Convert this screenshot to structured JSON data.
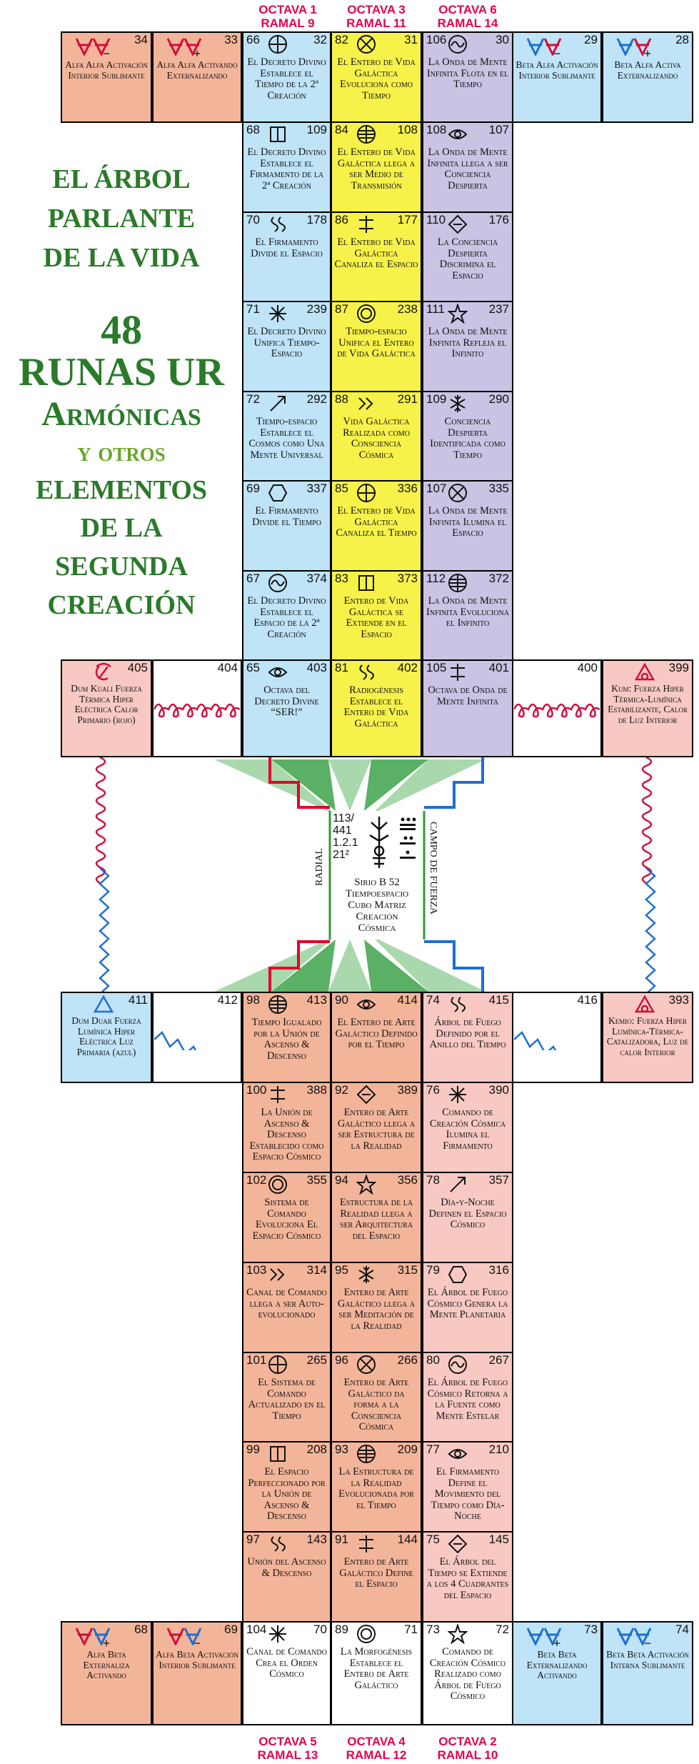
{
  "headers_top": [
    {
      "octava": "OCTAVA 1",
      "ramal": "RAMAL 9"
    },
    {
      "octava": "OCTAVA 3",
      "ramal": "RAMAL 11"
    },
    {
      "octava": "OCTAVA 6",
      "ramal": "RAMAL 14"
    }
  ],
  "headers_bottom": [
    {
      "octava": "OCTAVA 5",
      "ramal": "RAMAL 13"
    },
    {
      "octava": "OCTAVA 4",
      "ramal": "RAMAL 12"
    },
    {
      "octava": "OCTAVA 2",
      "ramal": "RAMAL 10"
    }
  ],
  "title": {
    "l1": "EL ÁRBOL",
    "l2": "PARLANTE",
    "l3": "DE LA VIDA",
    "l4": "48",
    "l5": "RUNAS UR",
    "l6": "Armónicas",
    "l7": "y otros",
    "l8": "ELEMENTOS",
    "l9": "DE LA",
    "l10": "SEGUNDA",
    "l11": "CREACIÓN"
  },
  "colors": {
    "blue": "#bfe3f7",
    "yellow": "#f7f24a",
    "purple": "#cbc3e3",
    "red": "#f3b59a",
    "pink": "#f8c9c3",
    "bg": "#ffffff",
    "header": "#e5004f",
    "title": "#2a7a2a"
  },
  "top_side": [
    {
      "n": "34",
      "sign": "−",
      "text": "Alfa Alfa Activación Interior Sublimante"
    },
    {
      "n": "33",
      "sign": "+",
      "text": "Alfa Alfa Activando Externalizando"
    },
    {
      "n": "29",
      "sign": "−",
      "text": "Beta Alfa Activación Interior Sublimante"
    },
    {
      "n": "28",
      "sign": "+",
      "text": "Beta Alfa Activa Externalizando"
    }
  ],
  "upper_grid": [
    [
      {
        "a": "66",
        "b": "32",
        "text": "El Decreto Divino Establece el Tiempo de la 2ª Creación"
      },
      {
        "a": "82",
        "b": "31",
        "text": "El Entero de Vida Galáctica Evoluciona como Tiempo"
      },
      {
        "a": "106",
        "b": "30",
        "text": "La Onda de Mente Infinita Flota en el Tiempo"
      }
    ],
    [
      {
        "a": "68",
        "b": "109",
        "text": "El Decreto Divino Establece el Firmamento de la 2ª Creación"
      },
      {
        "a": "84",
        "b": "108",
        "text": "El Entero de Vida Galáctica llega a ser Medio de Transmisión"
      },
      {
        "a": "108",
        "b": "107",
        "text": "La Onda de Mente Infinita llega a ser Conciencia Despierta"
      }
    ],
    [
      {
        "a": "70",
        "b": "178",
        "text": "El Firmamento Divide el Espacio"
      },
      {
        "a": "86",
        "b": "177",
        "text": "El Entero de Vida Galáctica Canaliza el Espacio"
      },
      {
        "a": "110",
        "b": "176",
        "text": "La Conciencia Despierta Discrimina el Espacio"
      }
    ],
    [
      {
        "a": "71",
        "b": "239",
        "text": "El Decreto Divino Unifica Tiempo-Espacio"
      },
      {
        "a": "87",
        "b": "238",
        "text": "Tiempo-espacio Unifica el Entero de Vida Galáctica"
      },
      {
        "a": "111",
        "b": "237",
        "text": "La Onda de Mente Infinita Refleja el Infinito"
      }
    ],
    [
      {
        "a": "72",
        "b": "292",
        "text": "Tiempo-espacio Establece el Cosmos como Una Mente Universal"
      },
      {
        "a": "88",
        "b": "291",
        "text": "Vida Galáctica Realizada como Consciencia Cósmica"
      },
      {
        "a": "109",
        "b": "290",
        "text": "Conciencia Despierta Identificada como Tiempo"
      }
    ],
    [
      {
        "a": "69",
        "b": "337",
        "text": "El Firmamento Divide el Tiempo"
      },
      {
        "a": "85",
        "b": "336",
        "text": "El Entero de Vida Galáctica Canaliza el Tiempo"
      },
      {
        "a": "107",
        "b": "335",
        "text": "La Onda de Mente Infinita Ilumina el Espacio"
      }
    ],
    [
      {
        "a": "67",
        "b": "374",
        "text": "El Decreto Divino Establece el Espacio de la 2ª Creación"
      },
      {
        "a": "83",
        "b": "373",
        "text": "Entero de Vida Galáctica se Extiende en el Espacio"
      },
      {
        "a": "112",
        "b": "372",
        "text": "La Onda de Mente Infinita Evoluciona el Infinito"
      }
    ],
    [
      {
        "a": "65",
        "b": "403",
        "text": "Octava del Decreto Divine “SER!”"
      },
      {
        "a": "81",
        "b": "402",
        "text": "Radiogénesis Establece el Entero de Vida Galáctica"
      },
      {
        "a": "105",
        "b": "401",
        "text": "Octava de Onda de Mente Infinita"
      }
    ]
  ],
  "upper_side": {
    "left_a": {
      "n": "405",
      "text": "Dum Kuali Fuerza Térmica Hiper Eléctrica Calor Primario (rojo)"
    },
    "left_b": {
      "n": "404"
    },
    "right_a": {
      "n": "400"
    },
    "right_b": {
      "n": "399",
      "text": "Kum: Fuerza Hiper Térmica-Lumínica Estabilizante, Calor de Luz Interior"
    }
  },
  "center": {
    "code1": "113/",
    "code2": "441",
    "code3": "1.2.1",
    "code4": "21²",
    "text1": "Sirio B 52",
    "text2": "Tiempoespacio",
    "text3": "Cubo Matriz",
    "text4": "Creación",
    "text5": "Cósmica",
    "radial": "RADIAL",
    "campo": "CAMPO DE FUERZA"
  },
  "lower_side": {
    "left_a": {
      "n": "411",
      "text": "Dum Duar Fuerza Lumínica Hiper Eléctrica Luz Primaria (azul)"
    },
    "left_b": {
      "n": "412"
    },
    "right_a": {
      "n": "416"
    },
    "right_b": {
      "n": "393",
      "text": "Kemio: Fuerza Hiper Lumínica-Térmica-Catalizadora, Luz de calor Interior"
    }
  },
  "lower_grid": [
    [
      {
        "a": "98",
        "b": "413",
        "text": "Tiempo Igualado por la Unión de Ascenso & Descenso"
      },
      {
        "a": "90",
        "b": "414",
        "text": "El Entero de Arte Galáctico Definido por el Tiempo"
      },
      {
        "a": "74",
        "b": "415",
        "text": "Árbol de Fuego Definido por el Anillo del Tiempo"
      }
    ],
    [
      {
        "a": "100",
        "b": "388",
        "text": "La Unión de Ascenso & Descenso Establecido como Espacio Cósmico"
      },
      {
        "a": "92",
        "b": "389",
        "text": "Entero de Arte Galáctico llega a ser Estructura de la Realidad"
      },
      {
        "a": "76",
        "b": "390",
        "text": "Comando de Creación Cósmica Ilumina el Firmamento"
      }
    ],
    [
      {
        "a": "102",
        "b": "355",
        "text": "Sistema de Comando Evoluciona El Espacio Cósmico"
      },
      {
        "a": "94",
        "b": "356",
        "text": "Estructura de la Realidad llega a ser Arquitectura del Espacio"
      },
      {
        "a": "78",
        "b": "357",
        "text": "Día-y-Noche Definen el Espacio Cósmico"
      }
    ],
    [
      {
        "a": "103",
        "b": "314",
        "text": "Canal de Comando llega a ser Auto-evolucionado"
      },
      {
        "a": "95",
        "b": "315",
        "text": "Entero de Arte Galáctico llega a ser Meditación de la Realidad"
      },
      {
        "a": "79",
        "b": "316",
        "text": "El Árbol de Fuego Cósmico Genera la Mente Planetaria"
      }
    ],
    [
      {
        "a": "101",
        "b": "265",
        "text": "El Sistema de Comando Actualizado en el Tiempo"
      },
      {
        "a": "96",
        "b": "266",
        "text": "Entero de Arte Galáctico da forma a la Consciencia Cósmica"
      },
      {
        "a": "80",
        "b": "267",
        "text": "El Árbol de Fuego Cósmico Retorna a la Fuente como Mente Estelar"
      }
    ],
    [
      {
        "a": "99",
        "b": "208",
        "text": "El Espacio Perfeccionado por la Unión de Ascenso & Descenso"
      },
      {
        "a": "93",
        "b": "209",
        "text": "La Estructura de la Realidad Evolucionada por el Tiempo"
      },
      {
        "a": "77",
        "b": "210",
        "text": "El Firmamento Define el Movimiento del Tiempo como Día-Noche"
      }
    ],
    [
      {
        "a": "97",
        "b": "143",
        "text": "Unión del Ascenso & Descenso"
      },
      {
        "a": "91",
        "b": "144",
        "text": "Entero de Arte Galáctico Define el Espacio"
      },
      {
        "a": "75",
        "b": "145",
        "text": "El Árbol del Tiempo se Extiende a los 4 Cuadrantes del Espacio"
      }
    ],
    [
      {
        "a": "104",
        "b": "70",
        "text": "Canal de Comando Crea el Orden Cósmico"
      },
      {
        "a": "89",
        "b": "71",
        "text": "La Morfogénesis Establece el Entero de Arte Galáctico"
      },
      {
        "a": "73",
        "b": "72",
        "text": "Comando de Creación Cósmico Realizado como Árbol de Fuego Cósmico"
      }
    ]
  ],
  "bottom_side": [
    {
      "n": "68",
      "sign": "+",
      "text": "Alfa Beta Externaliza Activando"
    },
    {
      "n": "69",
      "sign": "−",
      "text": "Alfa Beta Activación Interior Sublimante"
    },
    {
      "n": "73",
      "sign": "+",
      "text": "Beta Beta Externalizando Activando"
    },
    {
      "n": "74",
      "sign": "−",
      "text": "Beta Beta Activación Interna Sublimante"
    }
  ]
}
